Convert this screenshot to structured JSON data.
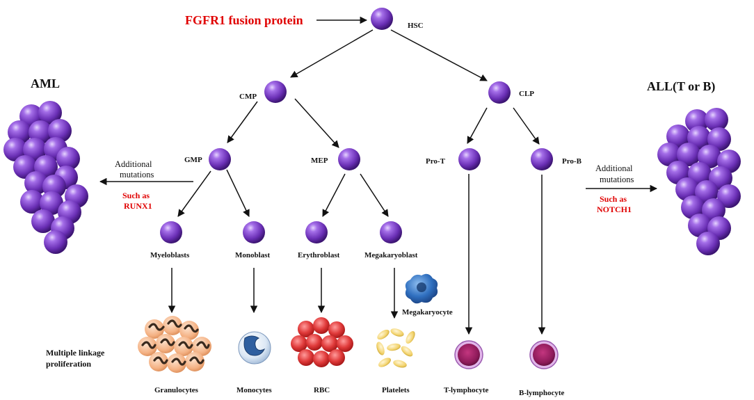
{
  "diagram": {
    "title": "FGFR1 fusion protein",
    "nodes": {
      "hsc": "HSC",
      "cmp": "CMP",
      "clp": "CLP",
      "gmp": "GMP",
      "mep": "MEP",
      "pro_t": "Pro-T",
      "pro_b": "Pro-B"
    },
    "blasts": {
      "myeloblasts": "Myeloblasts",
      "monoblast": "Monoblast",
      "erythroblast": "Erythroblast",
      "megakaryoblast": "Megakaryoblast",
      "megakaryocyte": "Megakaryocyte"
    },
    "mature": {
      "granulocytes": "Granulocytes",
      "monocytes": "Monocytes",
      "rbc": "RBC",
      "platelets": "Platelets",
      "t_lymphocyte": "T-lymphocyte",
      "b_lymphocyte": "B-lymphocyte"
    },
    "left": {
      "disease": "AML",
      "mutations_line1": "Additional",
      "mutations_line2": "mutations",
      "example_line1": "Such as",
      "example_line2": "RUNX1"
    },
    "right": {
      "disease": "ALL(T or B)",
      "mutations_line1": "Additional",
      "mutations_line2": "mutations",
      "example_line1": "Such as",
      "example_line2": "NOTCH1"
    },
    "proliferation_line1": "Multiple linkage",
    "proliferation_line2": "proliferation",
    "colors": {
      "cell_purple": "#7a3fbf",
      "accent_red": "#e00000",
      "rbc_red": "#e03a3a",
      "granulocyte_orange": "#f4b183",
      "monocyte_blue": "#2f5f9f",
      "platelet_yellow": "#f2d26b",
      "lymphocyte_magenta": "#8e1a5a"
    }
  }
}
